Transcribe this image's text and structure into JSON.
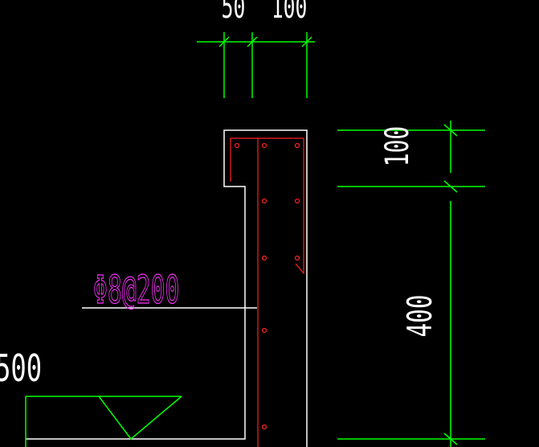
{
  "drawing": {
    "background": "#000000",
    "colors": {
      "dimension": "#00ff00",
      "outline": "#ffffff",
      "rebar": "#ff2020",
      "annotation": "#ff33ff"
    },
    "top_dims": [
      "50",
      "100"
    ],
    "right_dims": [
      "100",
      "400"
    ],
    "rebar_label": "Φ8@200",
    "left_dim": "500"
  }
}
